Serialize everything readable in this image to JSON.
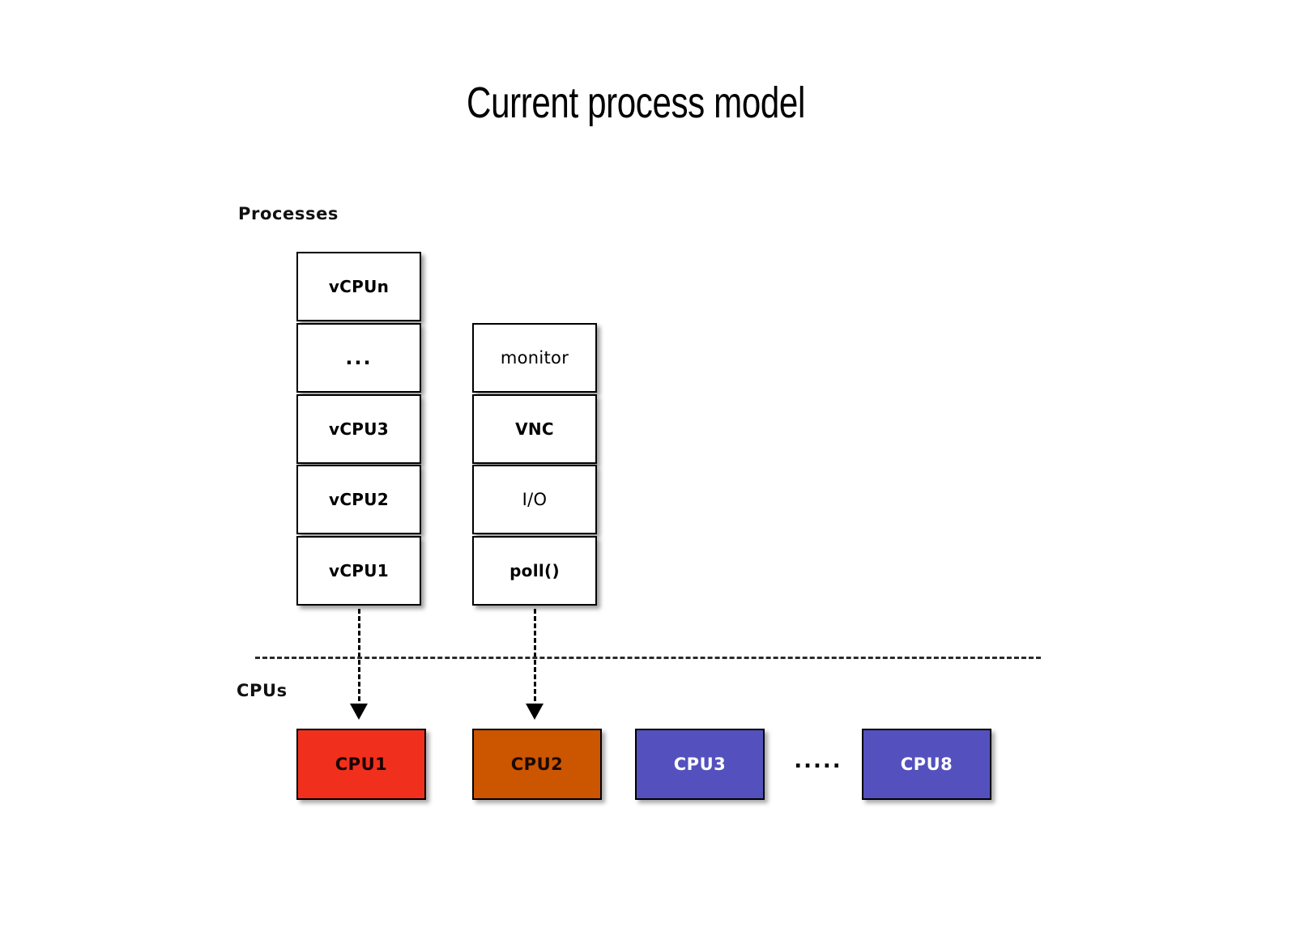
{
  "slide": {
    "title": "Current process model",
    "background": "#FFFFFF"
  },
  "labels": {
    "processes": "Processes",
    "cpus": "CPUs"
  },
  "process_column_left": {
    "name": "vcpu-threads",
    "boxes": [
      {
        "label": "vCPUn",
        "style": "bold"
      },
      {
        "label": "...",
        "style": "dots"
      },
      {
        "label": "vCPU3",
        "style": "bold"
      },
      {
        "label": "vCPU2",
        "style": "bold"
      },
      {
        "label": "vCPU1",
        "style": "bold"
      }
    ]
  },
  "process_column_right": {
    "name": "support-threads",
    "boxes": [
      {
        "label": "monitor",
        "style": "regular"
      },
      {
        "label": "VNC",
        "style": "bold"
      },
      {
        "label": "I/O",
        "style": "regular"
      },
      {
        "label": "poll()",
        "style": "bold"
      }
    ]
  },
  "arrows": [
    {
      "name": "vcpu1-to-cpu1",
      "from": "vCPU1",
      "to": "CPU1"
    },
    {
      "name": "poll-to-cpu2",
      "from": "poll()",
      "to": "CPU2"
    }
  ],
  "separator": {
    "name": "processes-cpus-divider",
    "style": "dashed"
  },
  "cpus": {
    "ellipsis": ".....",
    "boxes": [
      {
        "label": "CPU1",
        "fill": "#F0301C",
        "text_color": "#1a0000"
      },
      {
        "label": "CPU2",
        "fill": "#CC5500",
        "text_color": "#1a0a00"
      },
      {
        "label": "CPU3",
        "fill": "#5451BE",
        "text_color": "#FFFFFF"
      },
      {
        "label": "CPU8",
        "fill": "#5451BE",
        "text_color": "#FFFFFF"
      }
    ]
  },
  "colors": {
    "cpu1_red": "#F0301C",
    "cpu2_orange": "#CC5500",
    "cpu_purple": "#5451BE",
    "box_border": "#000000",
    "background": "#FFFFFF"
  }
}
